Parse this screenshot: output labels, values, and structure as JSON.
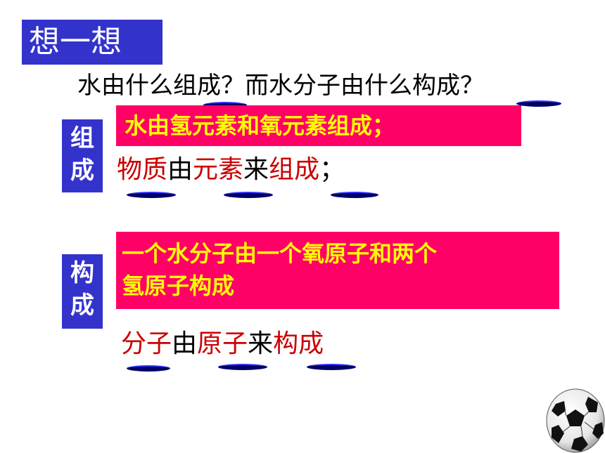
{
  "title": "想一想",
  "question": {
    "part1": "水由什么",
    "part2": "组成",
    "part3": "？而水分子由什么",
    "part4": "构成",
    "part5": "？"
  },
  "composition": {
    "label_line1": "组",
    "label_line2": "成",
    "fact": "水由氢元素和氧元素组成；",
    "rule_word1": "物质",
    "rule_join1": "由",
    "rule_word2": "元素",
    "rule_join2": "来",
    "rule_word3": "组成",
    "rule_end": "；"
  },
  "constitution": {
    "label_line1": "构",
    "label_line2": "成",
    "fact_line1": "一个水分子由一个氧原子和两个",
    "fact_line2": "氢原子构成",
    "rule_word1": "分子",
    "rule_join1": "由",
    "rule_word2": "原子",
    "rule_join2": "来",
    "rule_word3": "构成"
  },
  "colors": {
    "title_bg": "#3333cc",
    "fact_bg": "#ff0066",
    "fact_text": "#ffff00",
    "keyword_text": "#cc0000"
  },
  "icons": {
    "decoration": "soccer-ball-icon"
  }
}
